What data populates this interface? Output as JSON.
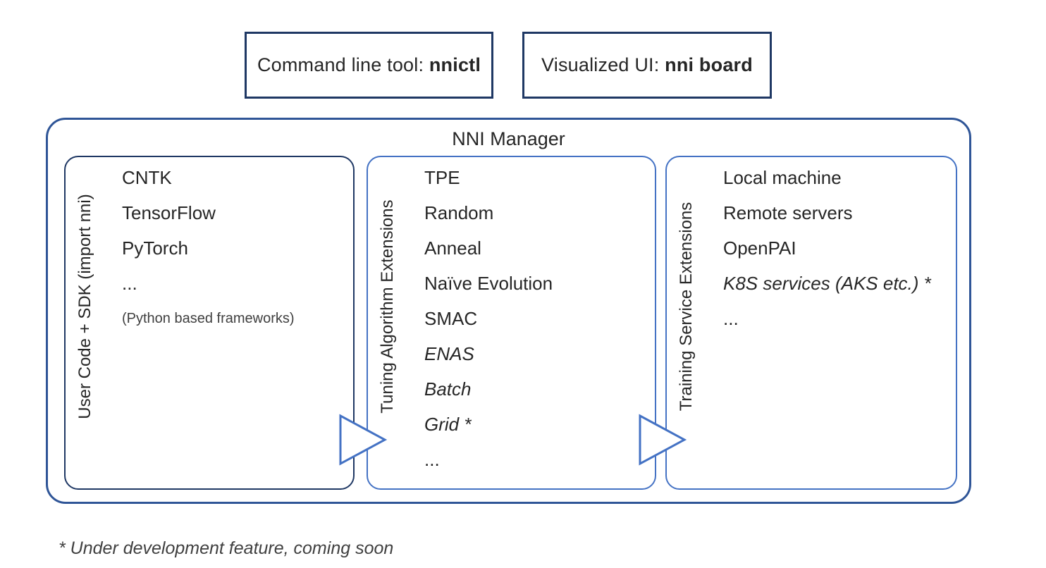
{
  "colors": {
    "dark_navy": "#1f3864",
    "outer_blue": "#2f5597",
    "accent_blue": "#4472c4",
    "text": "#262626"
  },
  "top_boxes": [
    {
      "prefix": "Command line tool: ",
      "bold": "nnictl"
    },
    {
      "prefix": "Visualized UI: ",
      "bold": "nni board"
    }
  ],
  "manager": {
    "title": "NNI Manager",
    "columns": [
      {
        "side_label": "User Code + SDK (import nni)",
        "items": [
          {
            "text": "CNTK"
          },
          {
            "text": "TensorFlow"
          },
          {
            "text": "PyTorch"
          },
          {
            "text": "..."
          },
          {
            "text": "(Python based frameworks)",
            "small": true
          }
        ]
      },
      {
        "side_label": "Tuning Algorithm Extensions",
        "items": [
          {
            "text": "TPE"
          },
          {
            "text": "Random"
          },
          {
            "text": "Anneal"
          },
          {
            "text": "Naïve Evolution"
          },
          {
            "text": "SMAC"
          },
          {
            "text": "ENAS",
            "italic": true
          },
          {
            "text": "Batch",
            "italic": true
          },
          {
            "text": "Grid *",
            "italic": true
          },
          {
            "text": "..."
          }
        ]
      },
      {
        "side_label": "Training Service Extensions",
        "items": [
          {
            "text": "Local machine"
          },
          {
            "text": "Remote servers"
          },
          {
            "text": "OpenPAI"
          },
          {
            "text": "K8S services (AKS etc.) *",
            "italic": true
          },
          {
            "text": "..."
          }
        ]
      }
    ]
  },
  "arrow_icon": "right-flow-arrow",
  "footnote": "* Under development feature, coming soon"
}
